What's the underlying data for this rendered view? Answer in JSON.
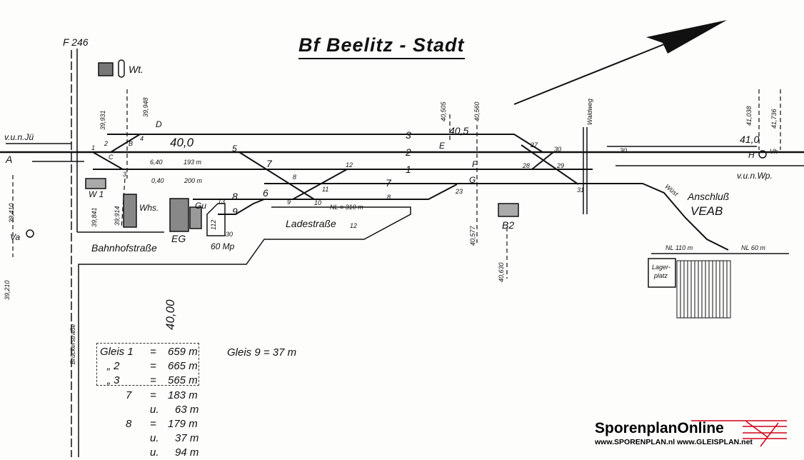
{
  "title": "Bf Beelitz - Stadt",
  "labels": {
    "f246": "F 246",
    "wt": "Wt.",
    "km_39931": "39,931",
    "km_39948": "39,948",
    "sig_D": "D",
    "vun_ju": "v.u.n.Jü",
    "sig_A": "A",
    "sw1": "1",
    "sw2": "2",
    "sw4": "4",
    "sig_B": "B",
    "km_400c": "40,0",
    "sw5": "5",
    "sig_C": "C",
    "sw3": "3",
    "len1a": "6,40",
    "len1b": "193 m",
    "len2a": "0,40",
    "len2b": "200 m",
    "w1": "W 1",
    "km_39914": "39,914",
    "km_39841": "39,841",
    "whs": "Whs.",
    "eg": "EG",
    "gu": "Gu",
    "tr8_left": "8",
    "tr9_left": "9",
    "sw13": "13",
    "mp": "60 Mp",
    "n30": "30",
    "n112": "112",
    "bahnhofstr": "Bahnhofstraße",
    "km_39410": "39,410",
    "va": "Va",
    "km_39210": "39,210",
    "brueckerstr": "Brückerstraße",
    "km_4000": "40,00",
    "sw7": "7",
    "sw8": "8",
    "sw6": "6",
    "sw9": "9",
    "sw11": "11",
    "sw10": "10",
    "sw12": "12",
    "nl310": "NL = 310 m",
    "ladestr": "Ladestraße",
    "ladestr12": "12",
    "tr3": "3",
    "tr2": "2",
    "tr1": "1",
    "tr7": "7",
    "tr8": "8",
    "km_40505": "40,505",
    "km_405": "40,5",
    "km_40560": "40,560",
    "sig_E": "E",
    "sig_F": "F",
    "sig_G": "G",
    "sw23": "23",
    "km_40577": "40,577",
    "b2": "B2",
    "km_40630": "40,630",
    "sw27": "27",
    "sw30": "30",
    "sw28": "28",
    "sw29": "29",
    "sw31": "31",
    "waldweg": "Waldweg",
    "sw30b": "30",
    "km_41038": "41,038",
    "km_41736": "41,736",
    "km_410": "41,0",
    "sig_H": "H",
    "vh": "Vh",
    "vun_wp": "v.u.n.Wp.",
    "anschluss": "Anschluß",
    "veab": "VEAB",
    "wuest": "Wüst",
    "nl110": "NL 110 m",
    "nl60": "NL 60 m",
    "lagerplatz1": "Lager-",
    "lagerplatz2": "platz"
  },
  "track_lengths": {
    "rows": [
      {
        "track": "Gleis 1",
        "sep": "=",
        "length": "659 m"
      },
      {
        "track": "„ 2",
        "sep": "=",
        "length": "665 m"
      },
      {
        "track": "„ 3",
        "sep": "=",
        "length": "565 m"
      },
      {
        "track": "7",
        "sep": "=",
        "length": "183 m"
      },
      {
        "track": "",
        "sep": "u.",
        "length": "63 m"
      },
      {
        "track": "8",
        "sep": "=",
        "length": "179 m"
      },
      {
        "track": "",
        "sep": "u.",
        "length": "37 m"
      },
      {
        "track": "",
        "sep": "u.",
        "length": "94 m"
      }
    ],
    "gleis9": "Gleis 9  =  37 m"
  },
  "logo": {
    "name": "SporenplanOnline",
    "urls": "www.SPORENPLAN.nl  www.GLEISPLAN.net",
    "accent": "#d0021b"
  }
}
